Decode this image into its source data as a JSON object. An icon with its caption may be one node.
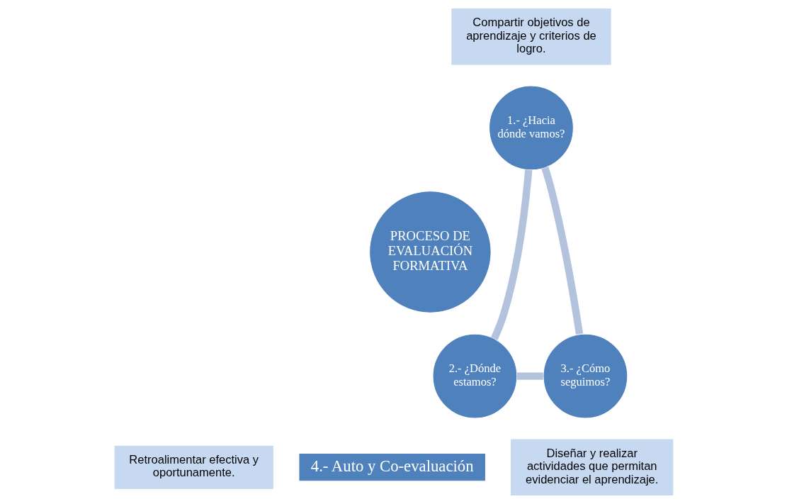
{
  "diagram": {
    "nodes": [
      {
        "text": [
          "Compartir objetivos de aprendizaje y criterios de logro."
        ]
      },
      {
        "text": [
          "1.- ¿Hacia dónde vamos?"
        ]
      },
      {
        "text": [
          "PROCESO DE EVALUACIÓN FORMATIVA"
        ]
      },
      {
        "text": [
          "3.- ¿Cómo seguimos?"
        ]
      },
      {
        "text": [
          "2.- ¿Dónde estamos?"
        ]
      },
      {
        "text": [
          "Retroalimentar efectiva y oportunamente."
        ]
      },
      {
        "text": [
          "Diseñar y realizar actividades que permitan evidenciar el aprendizaje."
        ]
      },
      {
        "text": [
          "4.- Auto y Co-evaluación"
        ]
      }
    ],
    "edges": [
      {
        "from": 1,
        "to": 4,
        "arrow": "none"
      },
      {
        "from": 4,
        "to": 3,
        "arrow": "none"
      },
      {
        "from": 3,
        "to": 1,
        "arrow": "none"
      }
    ]
  }
}
